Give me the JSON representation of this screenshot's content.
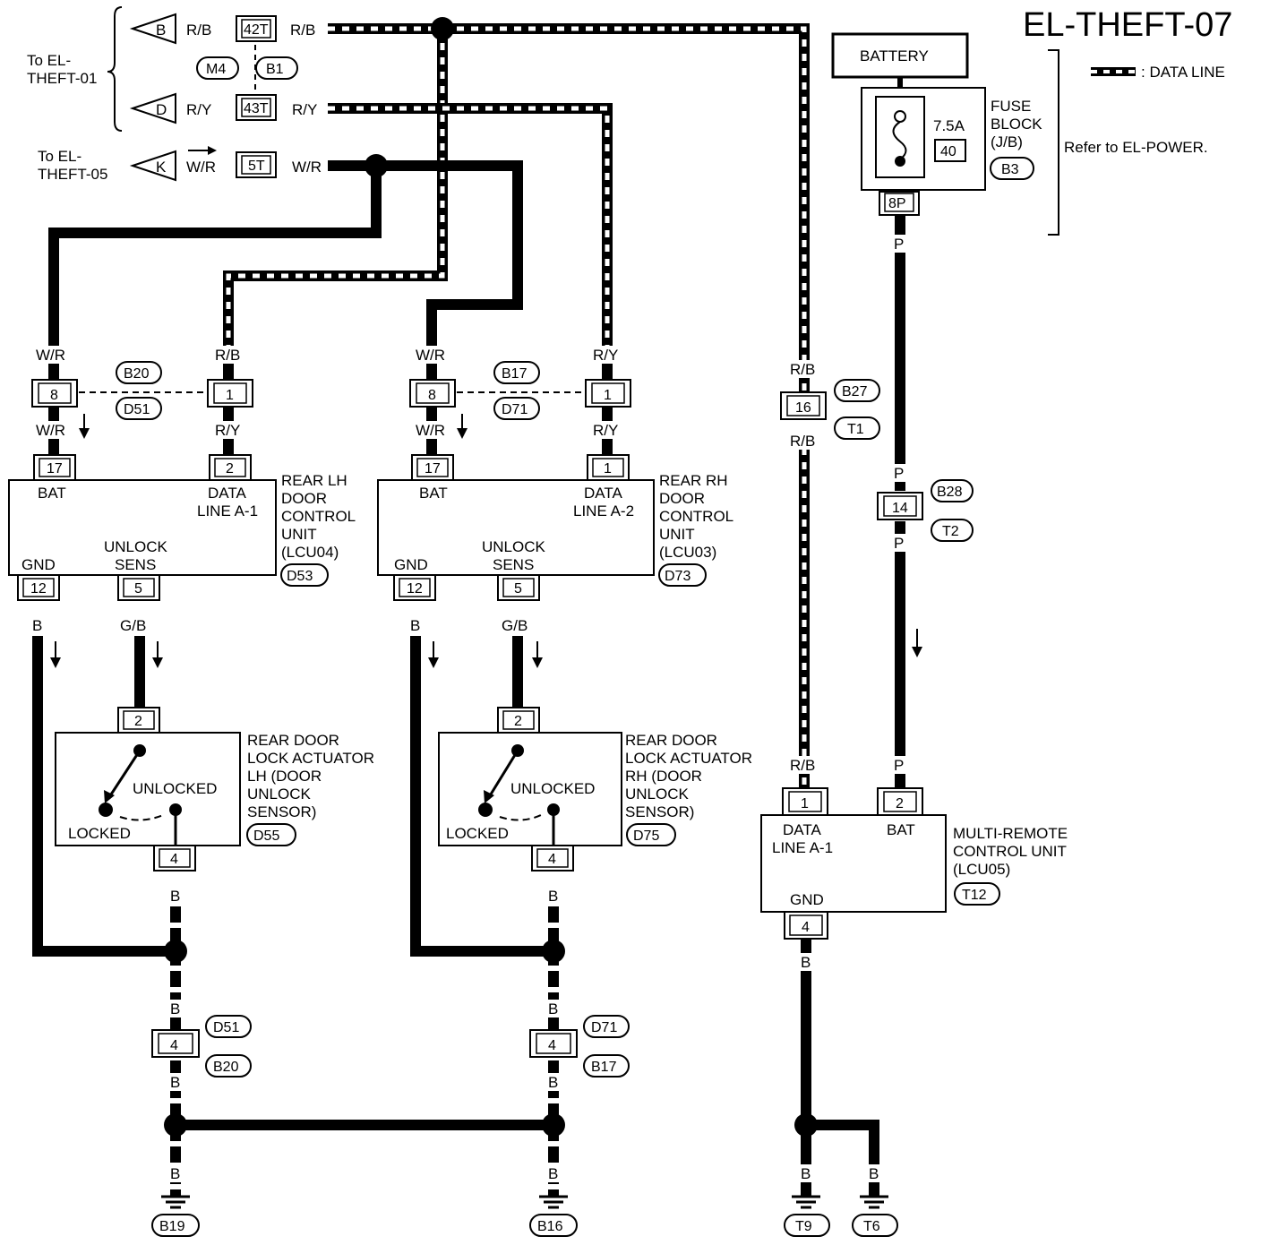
{
  "title": "EL-THEFT-07",
  "legend": {
    "data_line": ": DATA LINE"
  },
  "left_refs": {
    "to_theft01": [
      "To EL-",
      "THEFT-01"
    ],
    "to_theft05": [
      "To EL-",
      "THEFT-05"
    ]
  },
  "left_terminals": [
    {
      "letter": "B",
      "wire_in": "R/B",
      "pin": "42T",
      "wire_out": "R/B"
    },
    {
      "letter": "D",
      "wire_in": "R/Y",
      "pin": "43T",
      "wire_out": "R/Y"
    },
    {
      "letter": "K",
      "wire_in": "W/R",
      "pin": "5T",
      "wire_out": "W/R"
    }
  ],
  "harness_connectors": {
    "m4": "M4",
    "b1": "B1"
  },
  "power": {
    "battery": "BATTERY",
    "fuse_value": "7.5A",
    "fuse_no": "40",
    "fuse_block": [
      "FUSE",
      "BLOCK",
      "(J/B)"
    ],
    "fuse_conn": "B3",
    "fuse_pin": "8P",
    "refer": "Refer to EL-POWER.",
    "wire_p": "P",
    "mid_pin": "14",
    "mid_conn_top": "B28",
    "mid_conn_bottom": "T2"
  },
  "rb_run": {
    "wire": "R/B",
    "pin": "16",
    "conn_top": "B27",
    "conn_bottom": "T1"
  },
  "lh": {
    "wire_wr": "W/R",
    "wire_rb": "R/B",
    "wire_ry": "R/Y",
    "pin_wr": "8",
    "pin_data": "1",
    "joint_top": "B20",
    "joint_bottom": "D51",
    "unit_pin_bat": "17",
    "unit_pin_data": "2",
    "unit_bat": "BAT",
    "unit_data": [
      "DATA",
      "LINE A-1"
    ],
    "unit_unlock": [
      "UNLOCK",
      "SENS"
    ],
    "unit_gnd": "GND",
    "unit_name": [
      "REAR LH",
      "DOOR",
      "CONTROL",
      "UNIT",
      "(LCU04)"
    ],
    "unit_conn": "D53",
    "pin_gnd": "12",
    "pin_sens": "5",
    "wire_b": "B",
    "wire_gb": "G/B",
    "act_pin_top": "2",
    "act_pin_bottom": "4",
    "act_unlocked": "UNLOCKED",
    "act_locked": "LOCKED",
    "act_name": [
      "REAR DOOR",
      "LOCK ACTUATOR",
      "LH (DOOR",
      "UNLOCK",
      "SENSOR)"
    ],
    "act_conn": "D55",
    "gnd_pin": "4",
    "gnd_conn_top": "D51",
    "gnd_conn_bottom": "B20",
    "ground": "B19"
  },
  "rh": {
    "wire_wr": "W/R",
    "wire_ry": "R/Y",
    "pin_wr": "8",
    "pin_data": "1",
    "joint_top": "B17",
    "joint_bottom": "D71",
    "unit_pin_bat": "17",
    "unit_pin_data": "1",
    "unit_bat": "BAT",
    "unit_data": [
      "DATA",
      "LINE A-2"
    ],
    "unit_unlock": [
      "UNLOCK",
      "SENS"
    ],
    "unit_gnd": "GND",
    "unit_name": [
      "REAR RH",
      "DOOR",
      "CONTROL",
      "UNIT",
      "(LCU03)"
    ],
    "unit_conn": "D73",
    "pin_gnd": "12",
    "pin_sens": "5",
    "wire_b": "B",
    "wire_gb": "G/B",
    "act_pin_top": "2",
    "act_pin_bottom": "4",
    "act_unlocked": "UNLOCKED",
    "act_locked": "LOCKED",
    "act_name": [
      "REAR DOOR",
      "LOCK ACTUATOR",
      "RH (DOOR",
      "UNLOCK",
      "SENSOR)"
    ],
    "act_conn": "D75",
    "gnd_pin": "4",
    "gnd_conn_top": "D71",
    "gnd_conn_bottom": "B17",
    "ground": "B16"
  },
  "mrcu": {
    "pin_data": "1",
    "pin_bat": "2",
    "pin_gnd": "4",
    "data": [
      "DATA",
      "LINE A-1"
    ],
    "bat": "BAT",
    "gnd": "GND",
    "name": [
      "MULTI-REMOTE",
      "CONTROL UNIT",
      "(LCU05)"
    ],
    "conn": "T12",
    "wire_b": "B",
    "ground_left": "T9",
    "ground_right": "T6"
  }
}
